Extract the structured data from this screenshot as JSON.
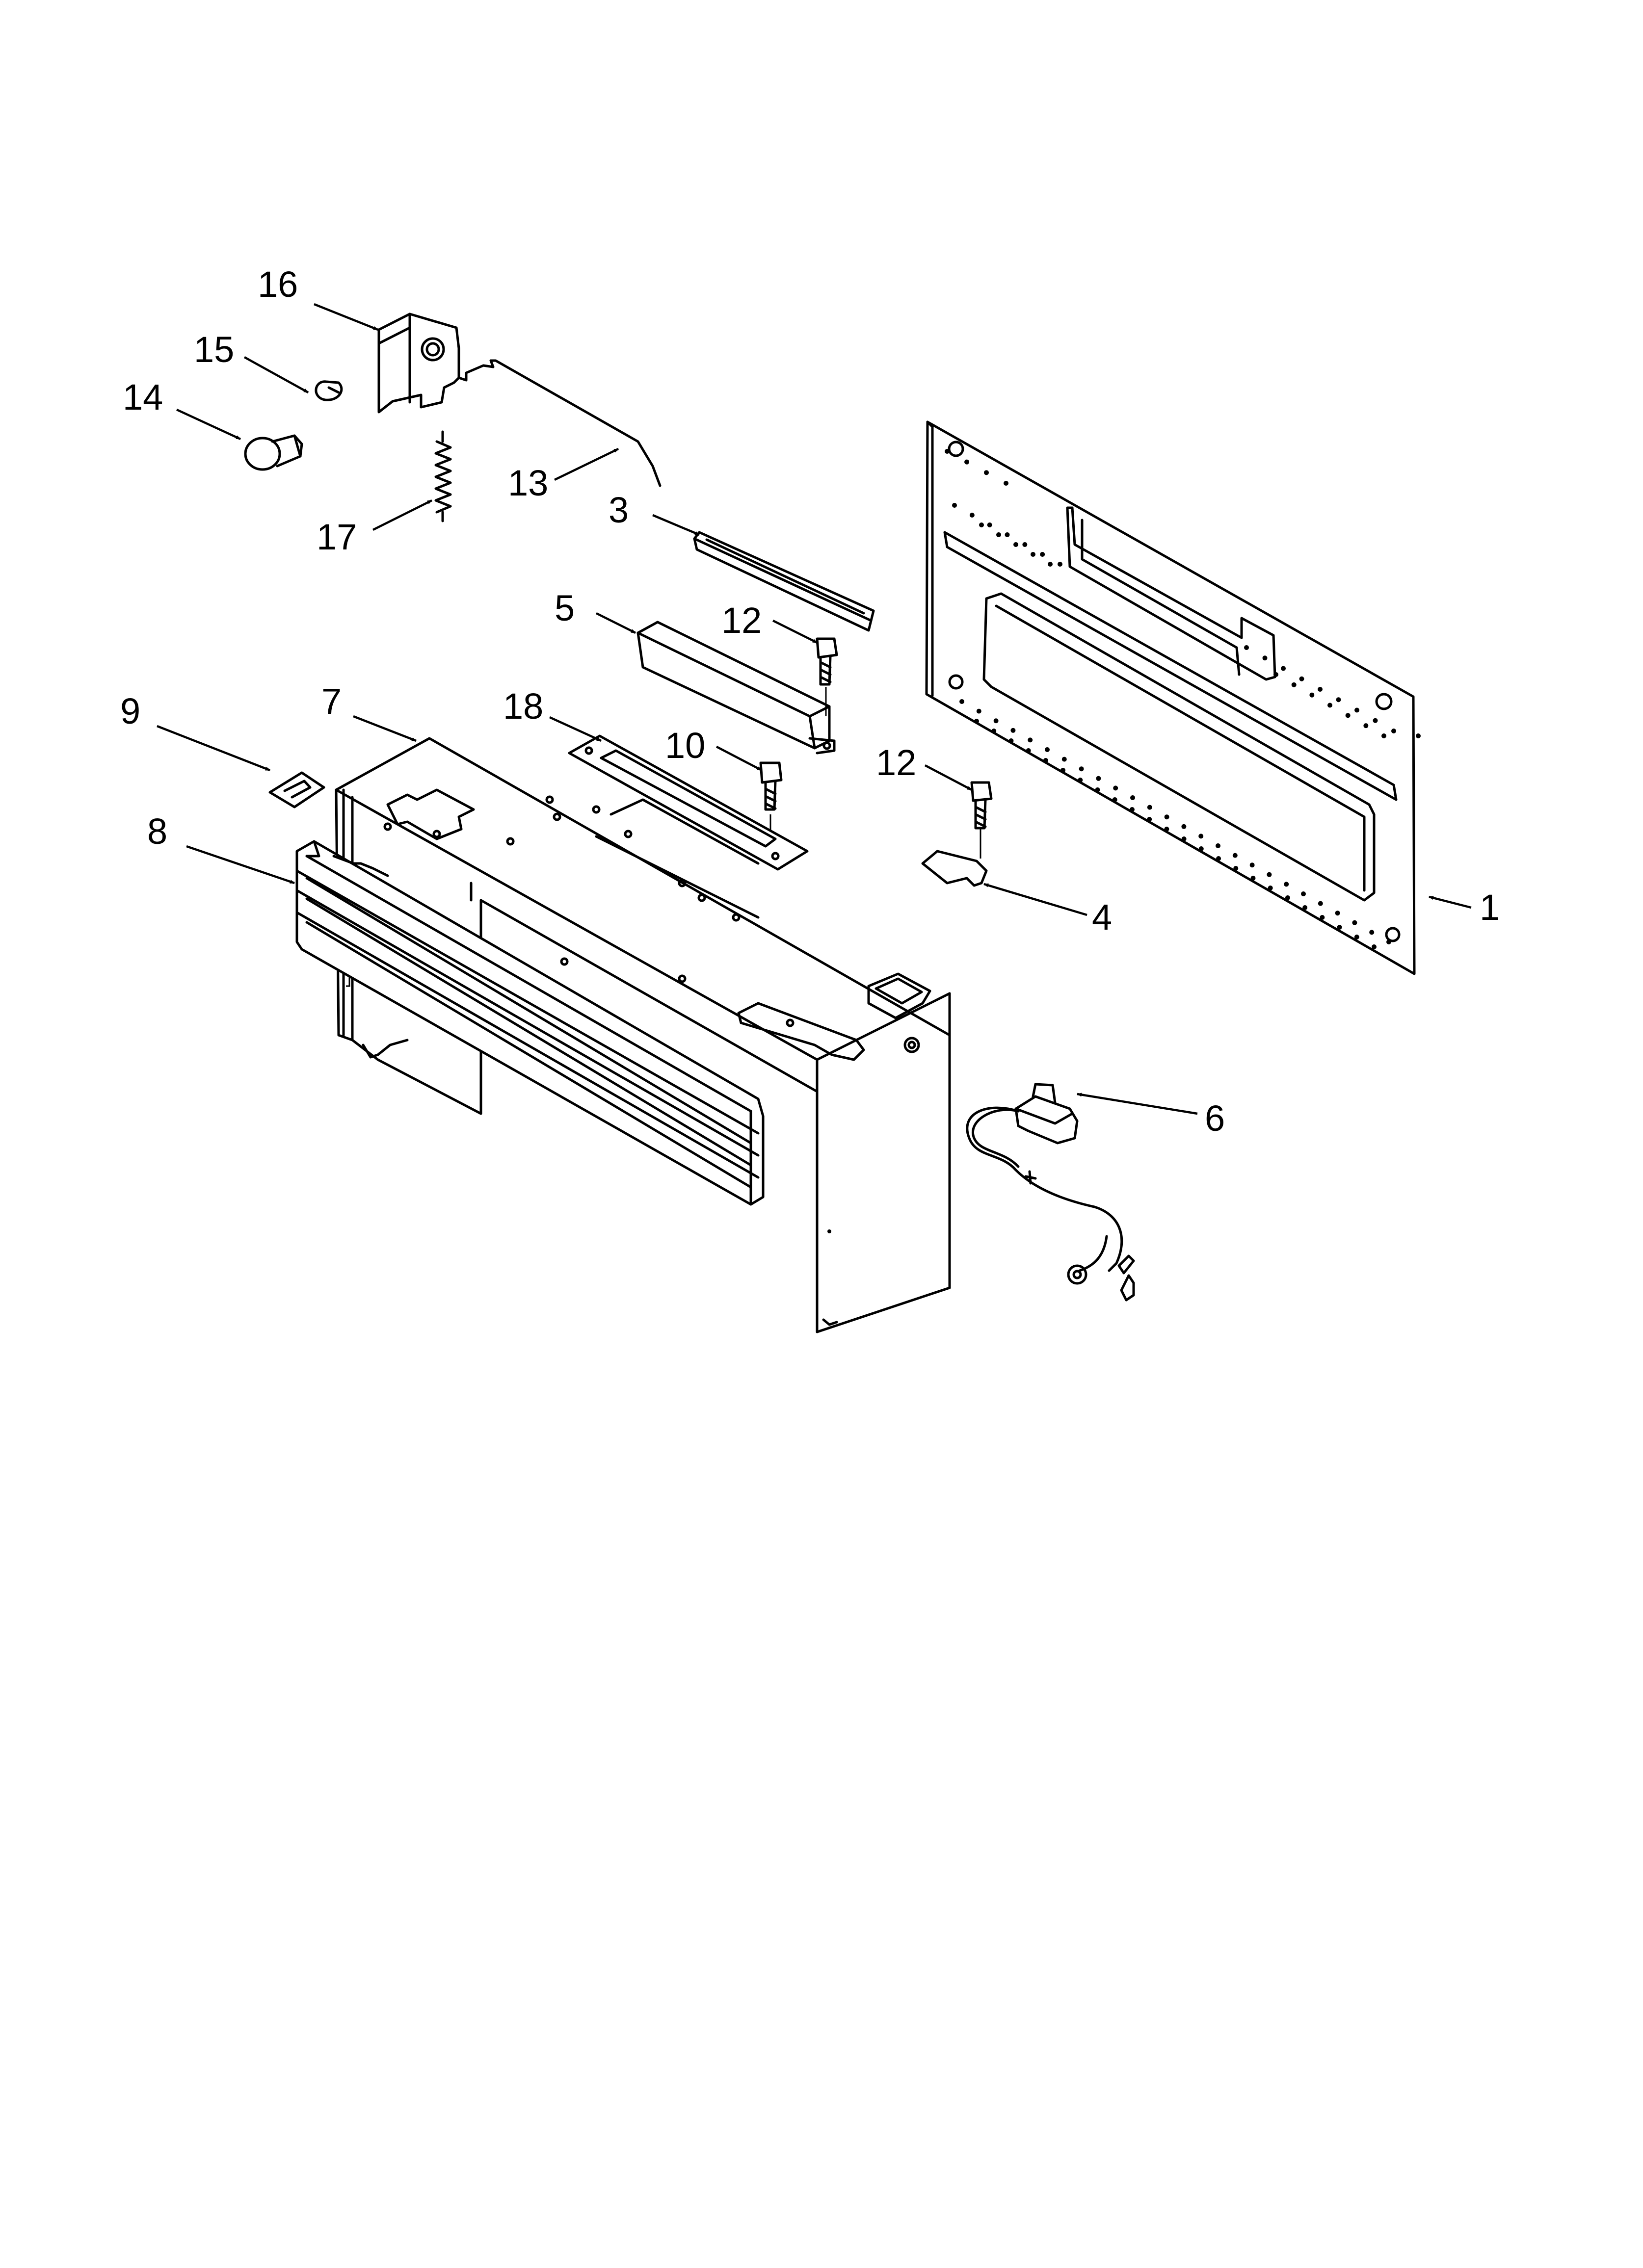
{
  "callouts": [
    {
      "id": "1",
      "label": "1"
    },
    {
      "id": "3",
      "label": "3"
    },
    {
      "id": "4",
      "label": "4"
    },
    {
      "id": "5",
      "label": "5"
    },
    {
      "id": "6",
      "label": "6"
    },
    {
      "id": "7",
      "label": "7"
    },
    {
      "id": "8",
      "label": "8"
    },
    {
      "id": "9",
      "label": "9"
    },
    {
      "id": "10",
      "label": "10"
    },
    {
      "id": "12a",
      "label": "12"
    },
    {
      "id": "12b",
      "label": "12"
    },
    {
      "id": "13",
      "label": "13"
    },
    {
      "id": "14",
      "label": "14"
    },
    {
      "id": "15",
      "label": "15"
    },
    {
      "id": "16",
      "label": "16"
    },
    {
      "id": "17",
      "label": "17"
    },
    {
      "id": "18",
      "label": "18"
    }
  ]
}
